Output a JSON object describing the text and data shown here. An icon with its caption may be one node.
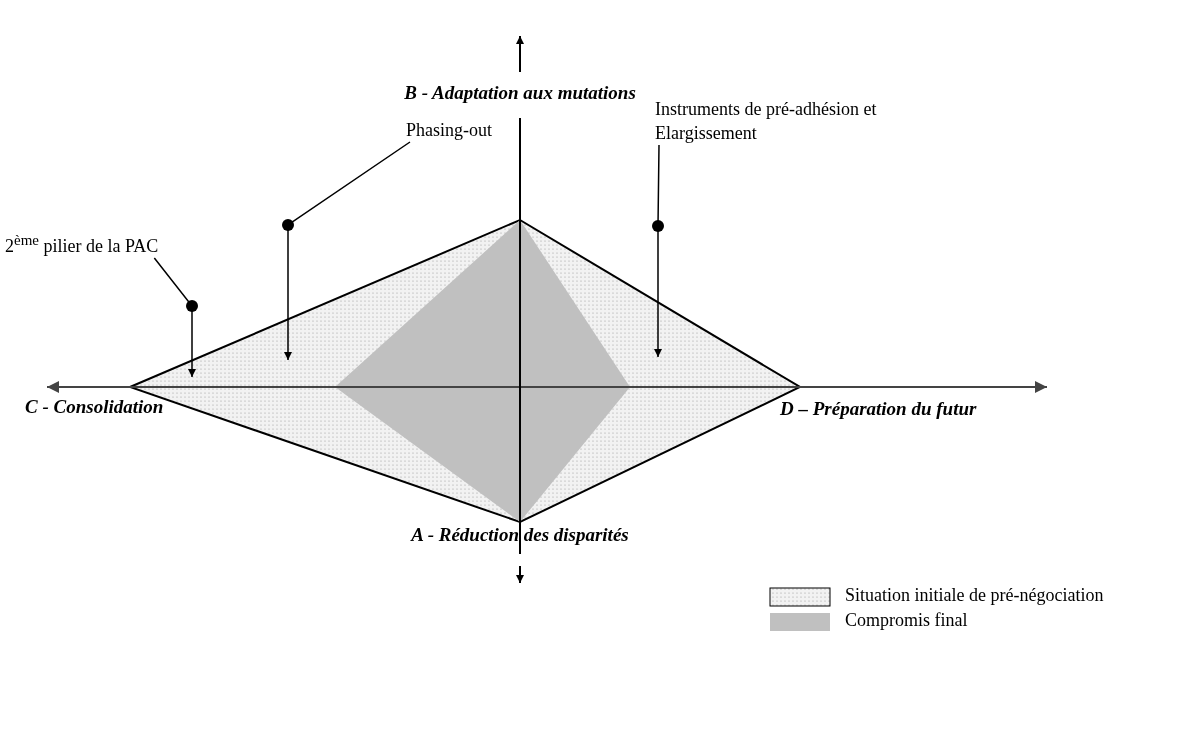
{
  "diagram": {
    "nodes": [
      {
        "text": [
          "Instruments de pré-adhésion et Elargissement"
        ]
      },
      {
        "text": [
          "Phasing-out"
        ]
      },
      {
        "text": [
          "2$^{ème}$ pilier de la PAC"
        ]
      }
    ],
    "edges": [
      {
        "from": 0,
        "to": null,
        "arrow": "to"
      },
      {
        "from": 1,
        "to": null,
        "arrow": "to"
      },
      {
        "from": 2,
        "to": null,
        "arrow": "to"
      }
    ],
    "labels": [
      "B - Adaptation aux mutations",
      "C - Consolidation",
      "D – Préparation du futur",
      "A - Réduction des disparités"
    ],
    "legend": [
      {
        "text": "Situation initiale de pré-négociation"
      },
      {
        "text": "Compromis final",
        "color": "#c0c0c0"
      }
    ]
  }
}
